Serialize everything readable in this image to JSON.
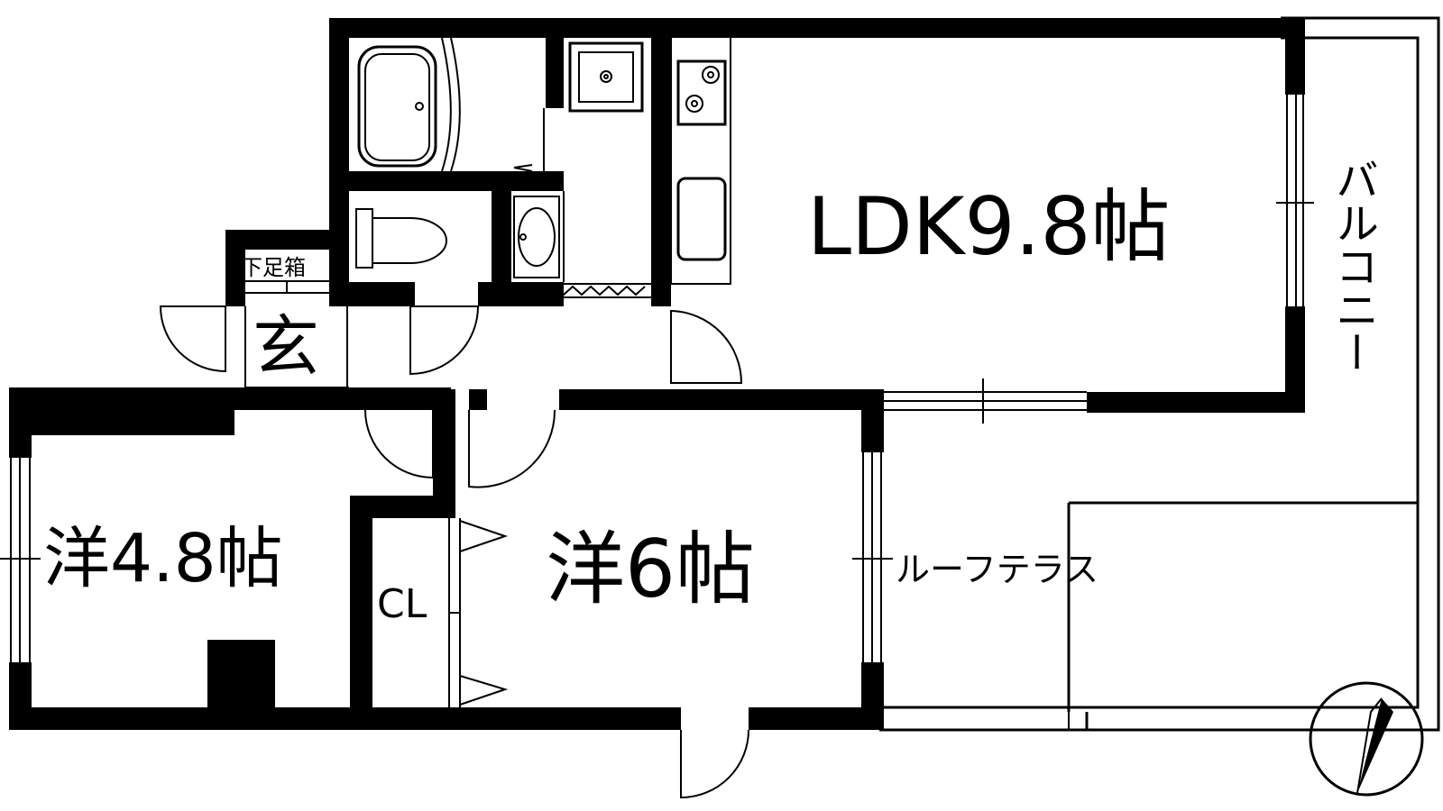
{
  "rooms": {
    "ldk": "LDK9.8帖",
    "western_a": "洋4.8帖",
    "western_b": "洋6帖",
    "closet": "CL",
    "entrance": "玄",
    "shoe_box": "下足箱",
    "roof_terrace": "ルーフテラス",
    "balcony": "バルコニー"
  },
  "colors": {
    "wall": "#000000",
    "background": "#ffffff"
  },
  "icons": [
    "bathtub-icon",
    "toilet-icon",
    "washbasin-icon",
    "stove-icon",
    "kitchen-sink-icon",
    "washing-machine-pan-icon",
    "north-arrow-icon"
  ]
}
